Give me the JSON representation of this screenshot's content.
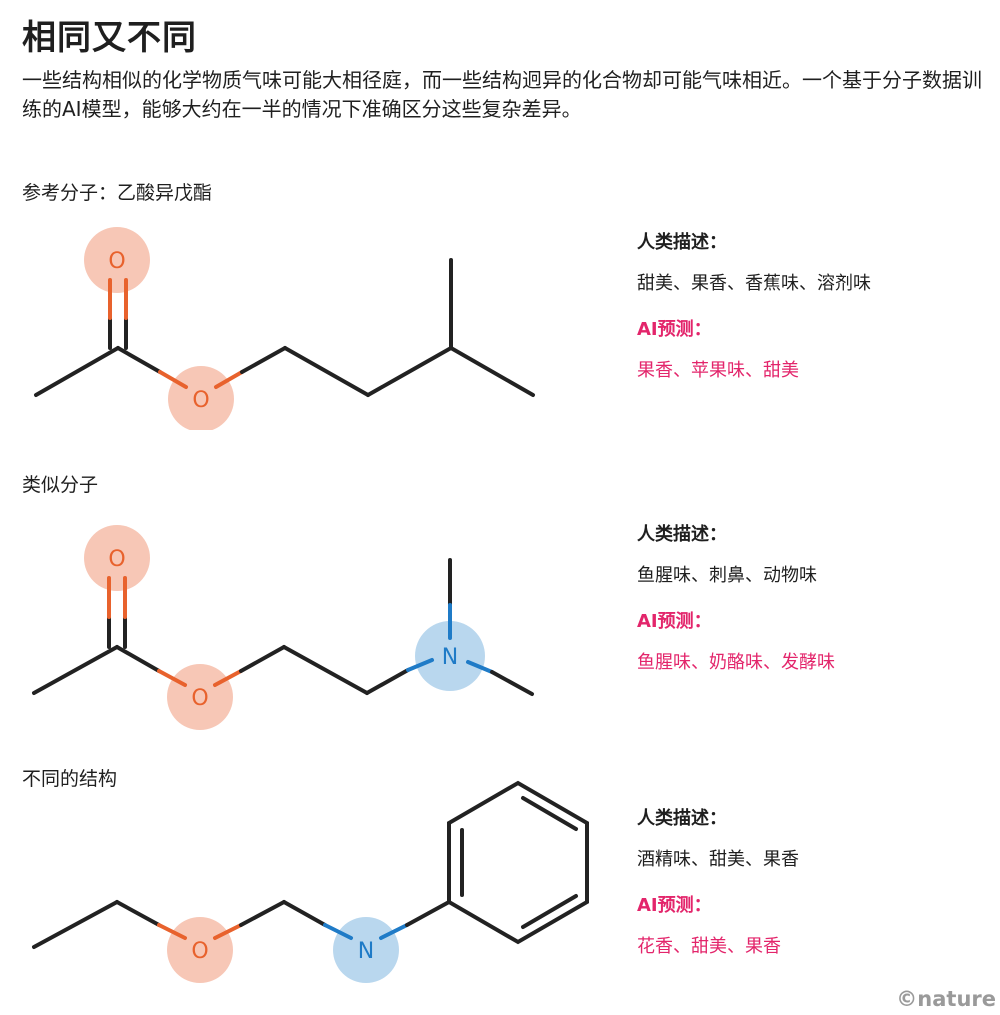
{
  "title": "相同又不同",
  "intro": "一些结构相似的化学物质气味可能大相径庭，而一些结构迥异的化合物却可能气味相近。一个基于分子数据训练的AI模型，能够大约在一半的情况下准确区分这些复杂差异。",
  "sections": [
    {
      "label": "参考分子：乙酸异戊酯",
      "human_header": "人类描述：",
      "human_text": "甜美、果香、香蕉味、溶剂味",
      "ai_header": "AI预测：",
      "ai_text": "果香、苹果味、甜美"
    },
    {
      "label": "类似分子",
      "human_header": "人类描述：",
      "human_text": "鱼腥味、刺鼻、动物味",
      "ai_header": "AI预测：",
      "ai_text": "鱼腥味、奶酪味、发酵味"
    },
    {
      "label": "不同的结构",
      "human_header": "人类描述：",
      "human_text": "酒精味、甜美、果香",
      "ai_header": "AI预测：",
      "ai_text": "花香、甜美、果香"
    }
  ],
  "atoms": {
    "oxygen": "O",
    "nitrogen": "N"
  },
  "colors": {
    "oxygen": "#e8622d",
    "nitrogen": "#1f7bc7",
    "ai_text": "#e3256b",
    "bond": "#222222"
  },
  "credit": "©nature"
}
